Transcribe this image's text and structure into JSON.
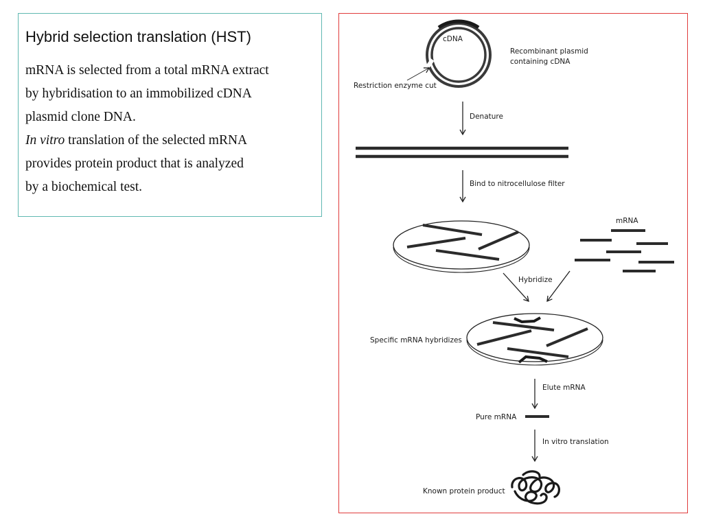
{
  "text_box": {
    "title": "Hybrid selection translation (HST)",
    "para1": [
      "mRNA is selected from a total mRNA extract",
      "by hybridisation to an immobilized cDNA",
      "plasmid clone DNA."
    ],
    "para2_italic": "In vitro",
    "para2_first_rest": " translation of the selected mRNA",
    "para2_rest": [
      "provides protein product that is analyzed",
      "by a biochemical test."
    ]
  },
  "diagram": {
    "labels": {
      "cdna": "cDNA",
      "plasmid_1": "Recombinant plasmid",
      "plasmid_2": "containing cDNA",
      "restriction": "Restriction enzyme cut",
      "denature": "Denature",
      "bind": "Bind to nitrocellulose filter",
      "mrna": "mRNA",
      "hybridize": "Hybridize",
      "specific": "Specific mRNA hybridizes",
      "elute": "Elute mRNA",
      "pure": "Pure mRNA",
      "translation": "In vitro translation",
      "protein": "Known protein product"
    }
  }
}
